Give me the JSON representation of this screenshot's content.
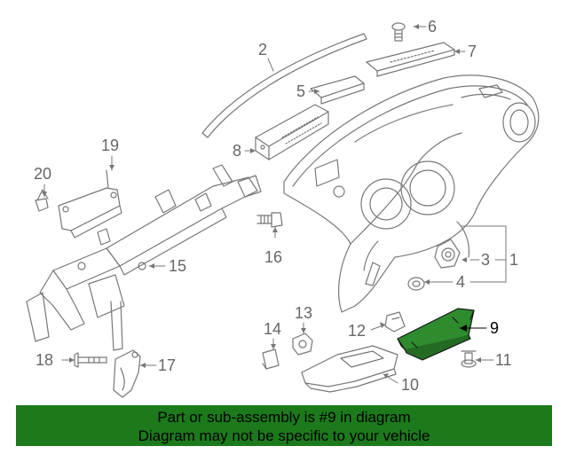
{
  "callouts": {
    "c1": "1",
    "c2": "2",
    "c3": "3",
    "c4": "4",
    "c5": "5",
    "c6": "6",
    "c7": "7",
    "c8": "8",
    "c9": "9",
    "c10": "10",
    "c11": "11",
    "c12": "12",
    "c13": "13",
    "c14": "14",
    "c15": "15",
    "c16": "16",
    "c17": "17",
    "c18": "18",
    "c19": "19",
    "c20": "20"
  },
  "banner": {
    "line1": "Part or sub-assembly is #9 in diagram",
    "line2": "Diagram may not be specific to your vehicle"
  },
  "colors": {
    "linework": "#777777",
    "highlight_part": "#2e8b2e",
    "banner_bg": "#1c7a1c"
  }
}
